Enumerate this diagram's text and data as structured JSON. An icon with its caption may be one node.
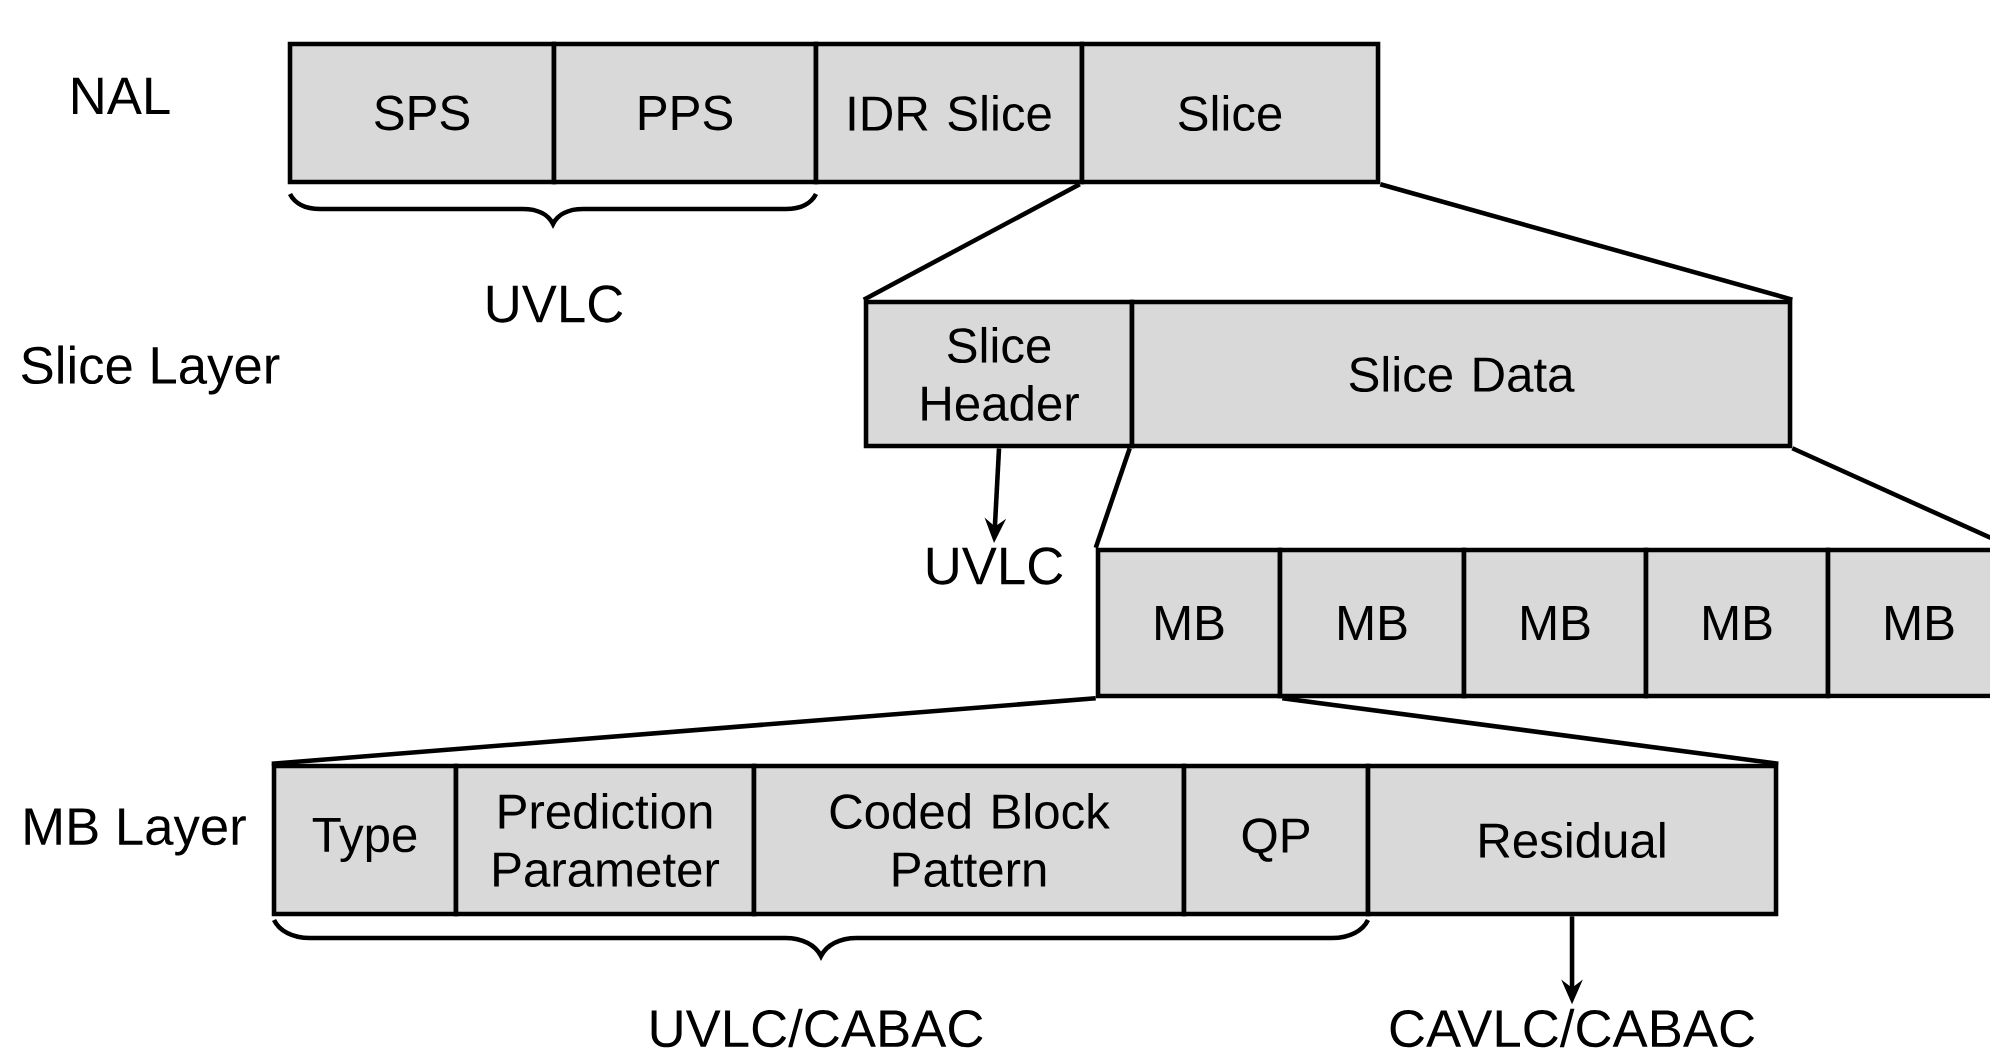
{
  "diagram": {
    "nodes": [
      {
        "text": [
          "SPS"
        ]
      },
      {
        "text": [
          "PPS"
        ]
      },
      {
        "text": [
          "IDR Slice"
        ]
      },
      {
        "text": [
          "Slice"
        ]
      },
      {
        "text": [
          "Slice Header"
        ]
      },
      {
        "text": [
          "Slice Data"
        ]
      },
      {
        "text": [
          "MB"
        ]
      },
      {
        "text": [
          "MB"
        ]
      },
      {
        "text": [
          "MB"
        ]
      },
      {
        "text": [
          "MB"
        ]
      },
      {
        "text": [
          "MB"
        ]
      },
      {
        "text": [
          "Type"
        ]
      },
      {
        "text": [
          "Prediction Parameter"
        ]
      },
      {
        "text": [
          "Coded Block Pattern"
        ]
      },
      {
        "text": [
          "QP"
        ]
      },
      {
        "text": [
          "Residual"
        ]
      },
      {
        "text": [
          "UVLC"
        ]
      },
      {
        "text": [
          "CAVLC/CABAC"
        ]
      }
    ],
    "edges": [
      {
        "from": 3,
        "to": 4,
        "arrow": "none"
      },
      {
        "from": 3,
        "to": 5,
        "arrow": "none"
      },
      {
        "from": 5,
        "to": 6,
        "arrow": "none"
      },
      {
        "from": 5,
        "to": 10,
        "arrow": "none"
      },
      {
        "from": 6,
        "to": 11,
        "arrow": "none"
      },
      {
        "from": 6,
        "to": 15,
        "arrow": "none"
      },
      {
        "from": 4,
        "to": 16,
        "arrow": "to"
      },
      {
        "from": 15,
        "to": 17,
        "arrow": "to"
      }
    ],
    "labels": [
      "NAL",
      "UVLC",
      "Slice Layer",
      "MB Layer",
      "UVLC/CABAC"
    ]
  }
}
